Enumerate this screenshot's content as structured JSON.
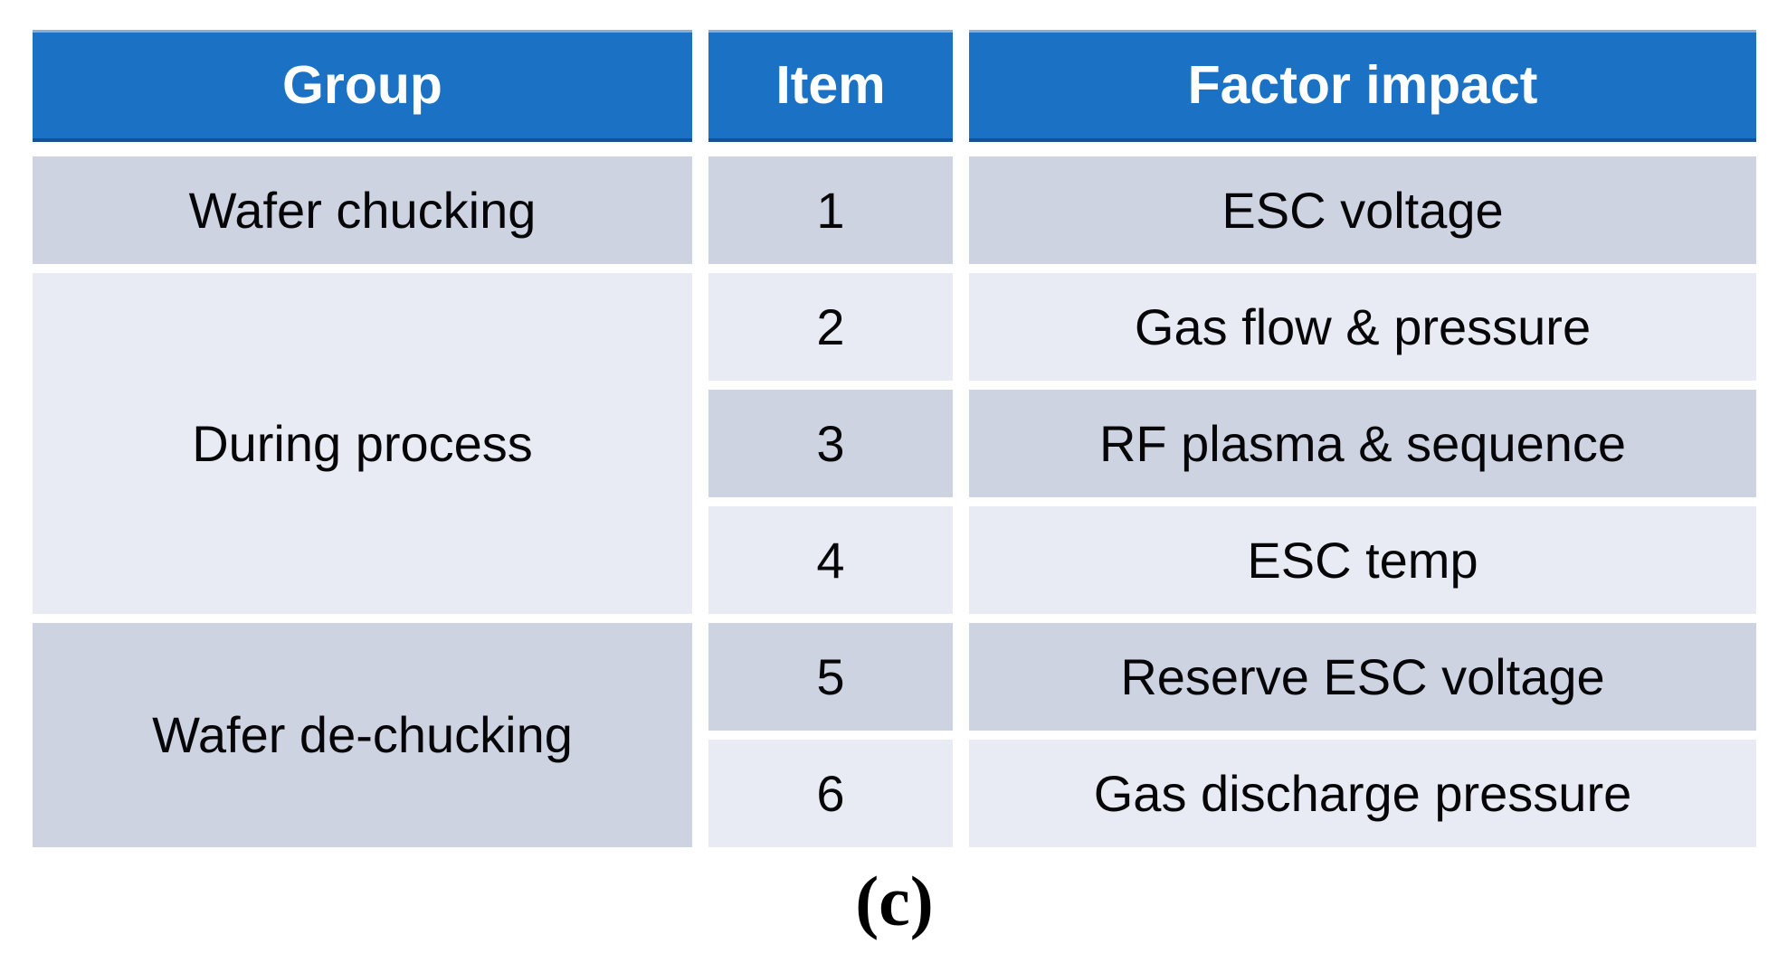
{
  "figure": {
    "caption": "(c)"
  },
  "table": {
    "headers": [
      "Group",
      "Item",
      "Factor impact"
    ],
    "groups": [
      {
        "label": "Wafer chucking",
        "rows": [
          {
            "item": "1",
            "factor": "ESC voltage"
          }
        ]
      },
      {
        "label": "During process",
        "rows": [
          {
            "item": "2",
            "factor": "Gas flow & pressure"
          },
          {
            "item": "3",
            "factor": "RF plasma & sequence"
          },
          {
            "item": "4",
            "factor": "ESC temp"
          }
        ]
      },
      {
        "label": "Wafer de-chucking",
        "rows": [
          {
            "item": "5",
            "factor": "Reserve ESC voltage"
          },
          {
            "item": "6",
            "factor": "Gas discharge pressure"
          }
        ]
      }
    ]
  },
  "colors": {
    "header_background": "#1B72C5",
    "header_text": "#FFFFFF",
    "row_dark": "#CDD3E1",
    "row_light": "#E8EBF3",
    "body_text": "#060608"
  }
}
